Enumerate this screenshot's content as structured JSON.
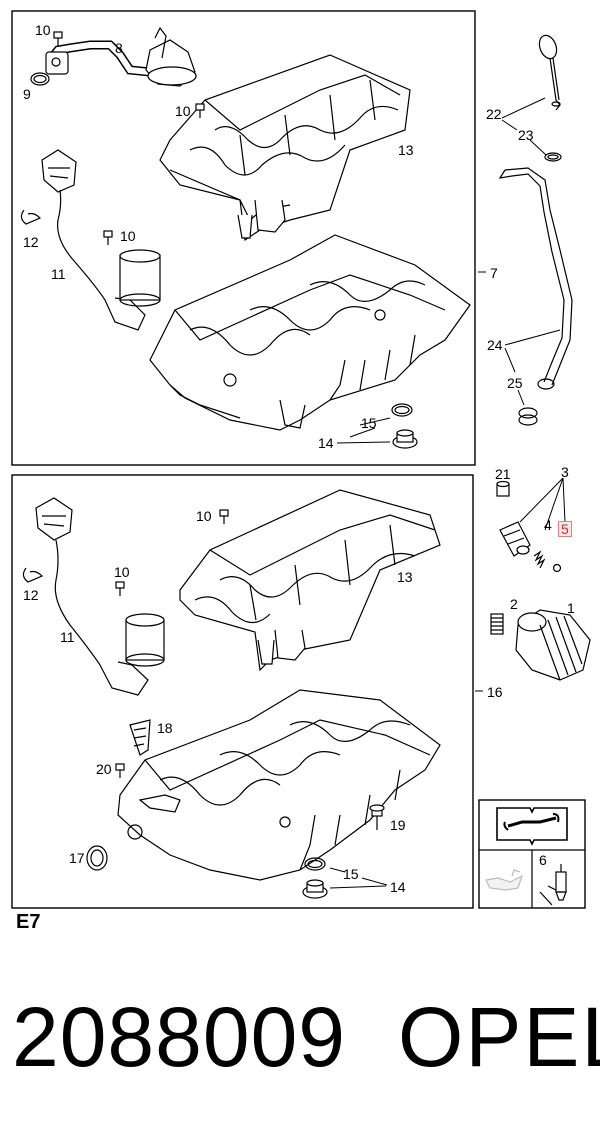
{
  "section": "E7",
  "part_number": "2088009",
  "brand": "OPEL",
  "callouts": {
    "c1": "1",
    "c2": "2",
    "c3": "3",
    "c4": "4",
    "c5": "5",
    "c6": "6",
    "c7": "7",
    "c8": "8",
    "c9": "9",
    "c10": "10",
    "c11": "11",
    "c12": "12",
    "c13": "13",
    "c14": "14",
    "c15": "15",
    "c16": "16",
    "c17": "17",
    "c18": "18",
    "c19": "19",
    "c20": "20",
    "c21": "21",
    "c22": "22",
    "c23": "23",
    "c24": "24",
    "c25": "25"
  },
  "highlighted_callout": "5",
  "icons": [
    "workshop-manual-icon",
    "oil-change-icon",
    "oil-pressure-switch-icon"
  ]
}
